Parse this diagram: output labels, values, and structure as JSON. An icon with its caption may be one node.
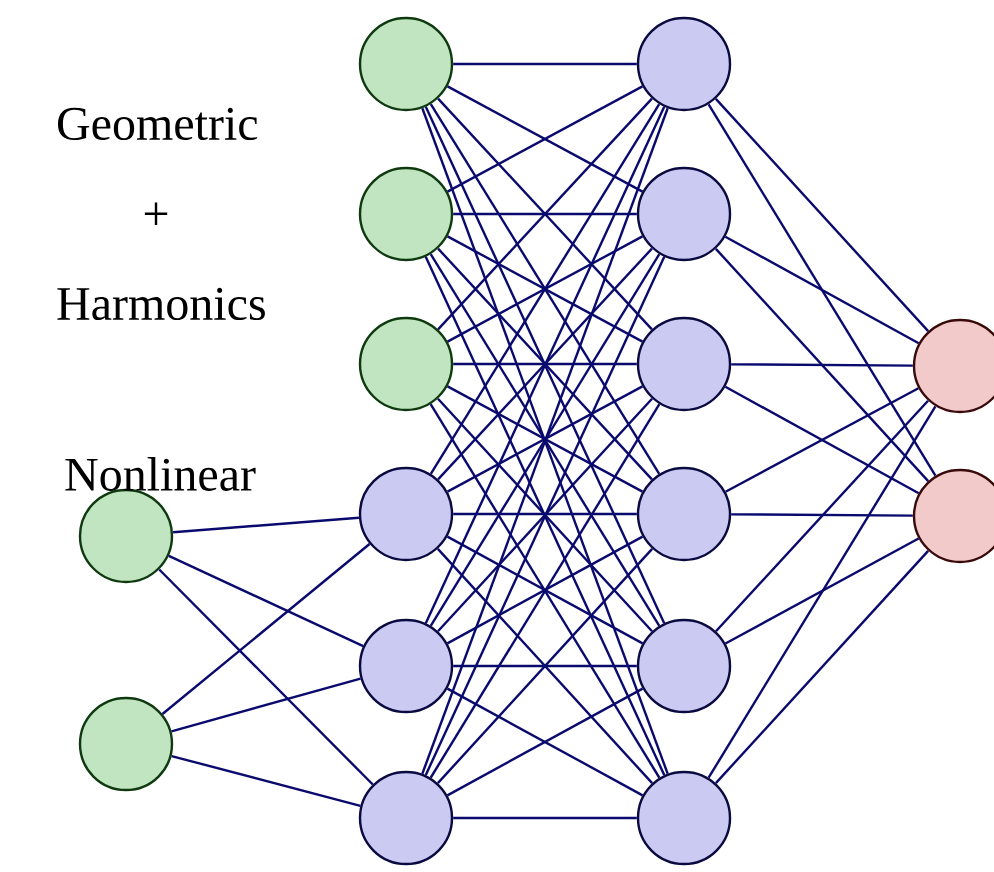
{
  "diagram": {
    "nodes": [
      {
        "text": [],
        "shape": "circle"
      },
      {
        "text": [],
        "shape": "circle"
      },
      {
        "text": [],
        "shape": "circle"
      },
      {
        "text": [],
        "shape": "circle"
      },
      {
        "text": [],
        "shape": "circle"
      },
      {
        "text": [],
        "shape": "circle"
      },
      {
        "text": [],
        "shape": "circle"
      },
      {
        "text": [],
        "shape": "circle"
      },
      {
        "text": [],
        "shape": "circle"
      },
      {
        "text": [],
        "shape": "circle"
      },
      {
        "text": [],
        "shape": "circle"
      },
      {
        "text": [],
        "shape": "circle"
      },
      {
        "text": [],
        "shape": "circle"
      },
      {
        "text": [],
        "shape": "circle"
      },
      {
        "text": [],
        "shape": "circle"
      },
      {
        "text": [],
        "shape": "circle"
      }
    ],
    "edges": [
      {
        "from": 0,
        "to": 5,
        "arrow": "none"
      },
      {
        "from": 0,
        "to": 6,
        "arrow": "none"
      },
      {
        "from": 0,
        "to": 7,
        "arrow": "none"
      },
      {
        "from": 1,
        "to": 5,
        "arrow": "none"
      },
      {
        "from": 1,
        "to": 6,
        "arrow": "none"
      },
      {
        "from": 1,
        "to": 7,
        "arrow": "none"
      },
      {
        "from": 2,
        "to": 8,
        "arrow": "none"
      },
      {
        "from": 2,
        "to": 9,
        "arrow": "none"
      },
      {
        "from": 2,
        "to": 10,
        "arrow": "none"
      },
      {
        "from": 2,
        "to": 11,
        "arrow": "none"
      },
      {
        "from": 2,
        "to": 12,
        "arrow": "none"
      },
      {
        "from": 2,
        "to": 13,
        "arrow": "none"
      },
      {
        "from": 3,
        "to": 8,
        "arrow": "none"
      },
      {
        "from": 3,
        "to": 9,
        "arrow": "none"
      },
      {
        "from": 3,
        "to": 10,
        "arrow": "none"
      },
      {
        "from": 3,
        "to": 11,
        "arrow": "none"
      },
      {
        "from": 3,
        "to": 12,
        "arrow": "none"
      },
      {
        "from": 3,
        "to": 13,
        "arrow": "none"
      },
      {
        "from": 4,
        "to": 8,
        "arrow": "none"
      },
      {
        "from": 4,
        "to": 9,
        "arrow": "none"
      },
      {
        "from": 4,
        "to": 10,
        "arrow": "none"
      },
      {
        "from": 4,
        "to": 11,
        "arrow": "none"
      },
      {
        "from": 4,
        "to": 12,
        "arrow": "none"
      },
      {
        "from": 4,
        "to": 13,
        "arrow": "none"
      },
      {
        "from": 5,
        "to": 8,
        "arrow": "none"
      },
      {
        "from": 5,
        "to": 9,
        "arrow": "none"
      },
      {
        "from": 5,
        "to": 10,
        "arrow": "none"
      },
      {
        "from": 5,
        "to": 11,
        "arrow": "none"
      },
      {
        "from": 5,
        "to": 12,
        "arrow": "none"
      },
      {
        "from": 5,
        "to": 13,
        "arrow": "none"
      },
      {
        "from": 6,
        "to": 8,
        "arrow": "none"
      },
      {
        "from": 6,
        "to": 9,
        "arrow": "none"
      },
      {
        "from": 6,
        "to": 10,
        "arrow": "none"
      },
      {
        "from": 6,
        "to": 11,
        "arrow": "none"
      },
      {
        "from": 6,
        "to": 12,
        "arrow": "none"
      },
      {
        "from": 6,
        "to": 13,
        "arrow": "none"
      },
      {
        "from": 7,
        "to": 8,
        "arrow": "none"
      },
      {
        "from": 7,
        "to": 9,
        "arrow": "none"
      },
      {
        "from": 7,
        "to": 10,
        "arrow": "none"
      },
      {
        "from": 7,
        "to": 11,
        "arrow": "none"
      },
      {
        "from": 7,
        "to": 12,
        "arrow": "none"
      },
      {
        "from": 7,
        "to": 13,
        "arrow": "none"
      },
      {
        "from": 8,
        "to": 14,
        "arrow": "none"
      },
      {
        "from": 8,
        "to": 15,
        "arrow": "none"
      },
      {
        "from": 9,
        "to": 14,
        "arrow": "none"
      },
      {
        "from": 9,
        "to": 15,
        "arrow": "none"
      },
      {
        "from": 10,
        "to": 14,
        "arrow": "none"
      },
      {
        "from": 10,
        "to": 15,
        "arrow": "none"
      },
      {
        "from": 11,
        "to": 14,
        "arrow": "none"
      },
      {
        "from": 11,
        "to": 15,
        "arrow": "none"
      },
      {
        "from": 12,
        "to": 14,
        "arrow": "none"
      },
      {
        "from": 12,
        "to": 15,
        "arrow": "none"
      },
      {
        "from": 13,
        "to": 14,
        "arrow": "none"
      },
      {
        "from": 13,
        "to": 15,
        "arrow": "none"
      }
    ],
    "labels": [
      "Geometric + Harmonics",
      "Nonlinear"
    ]
  }
}
